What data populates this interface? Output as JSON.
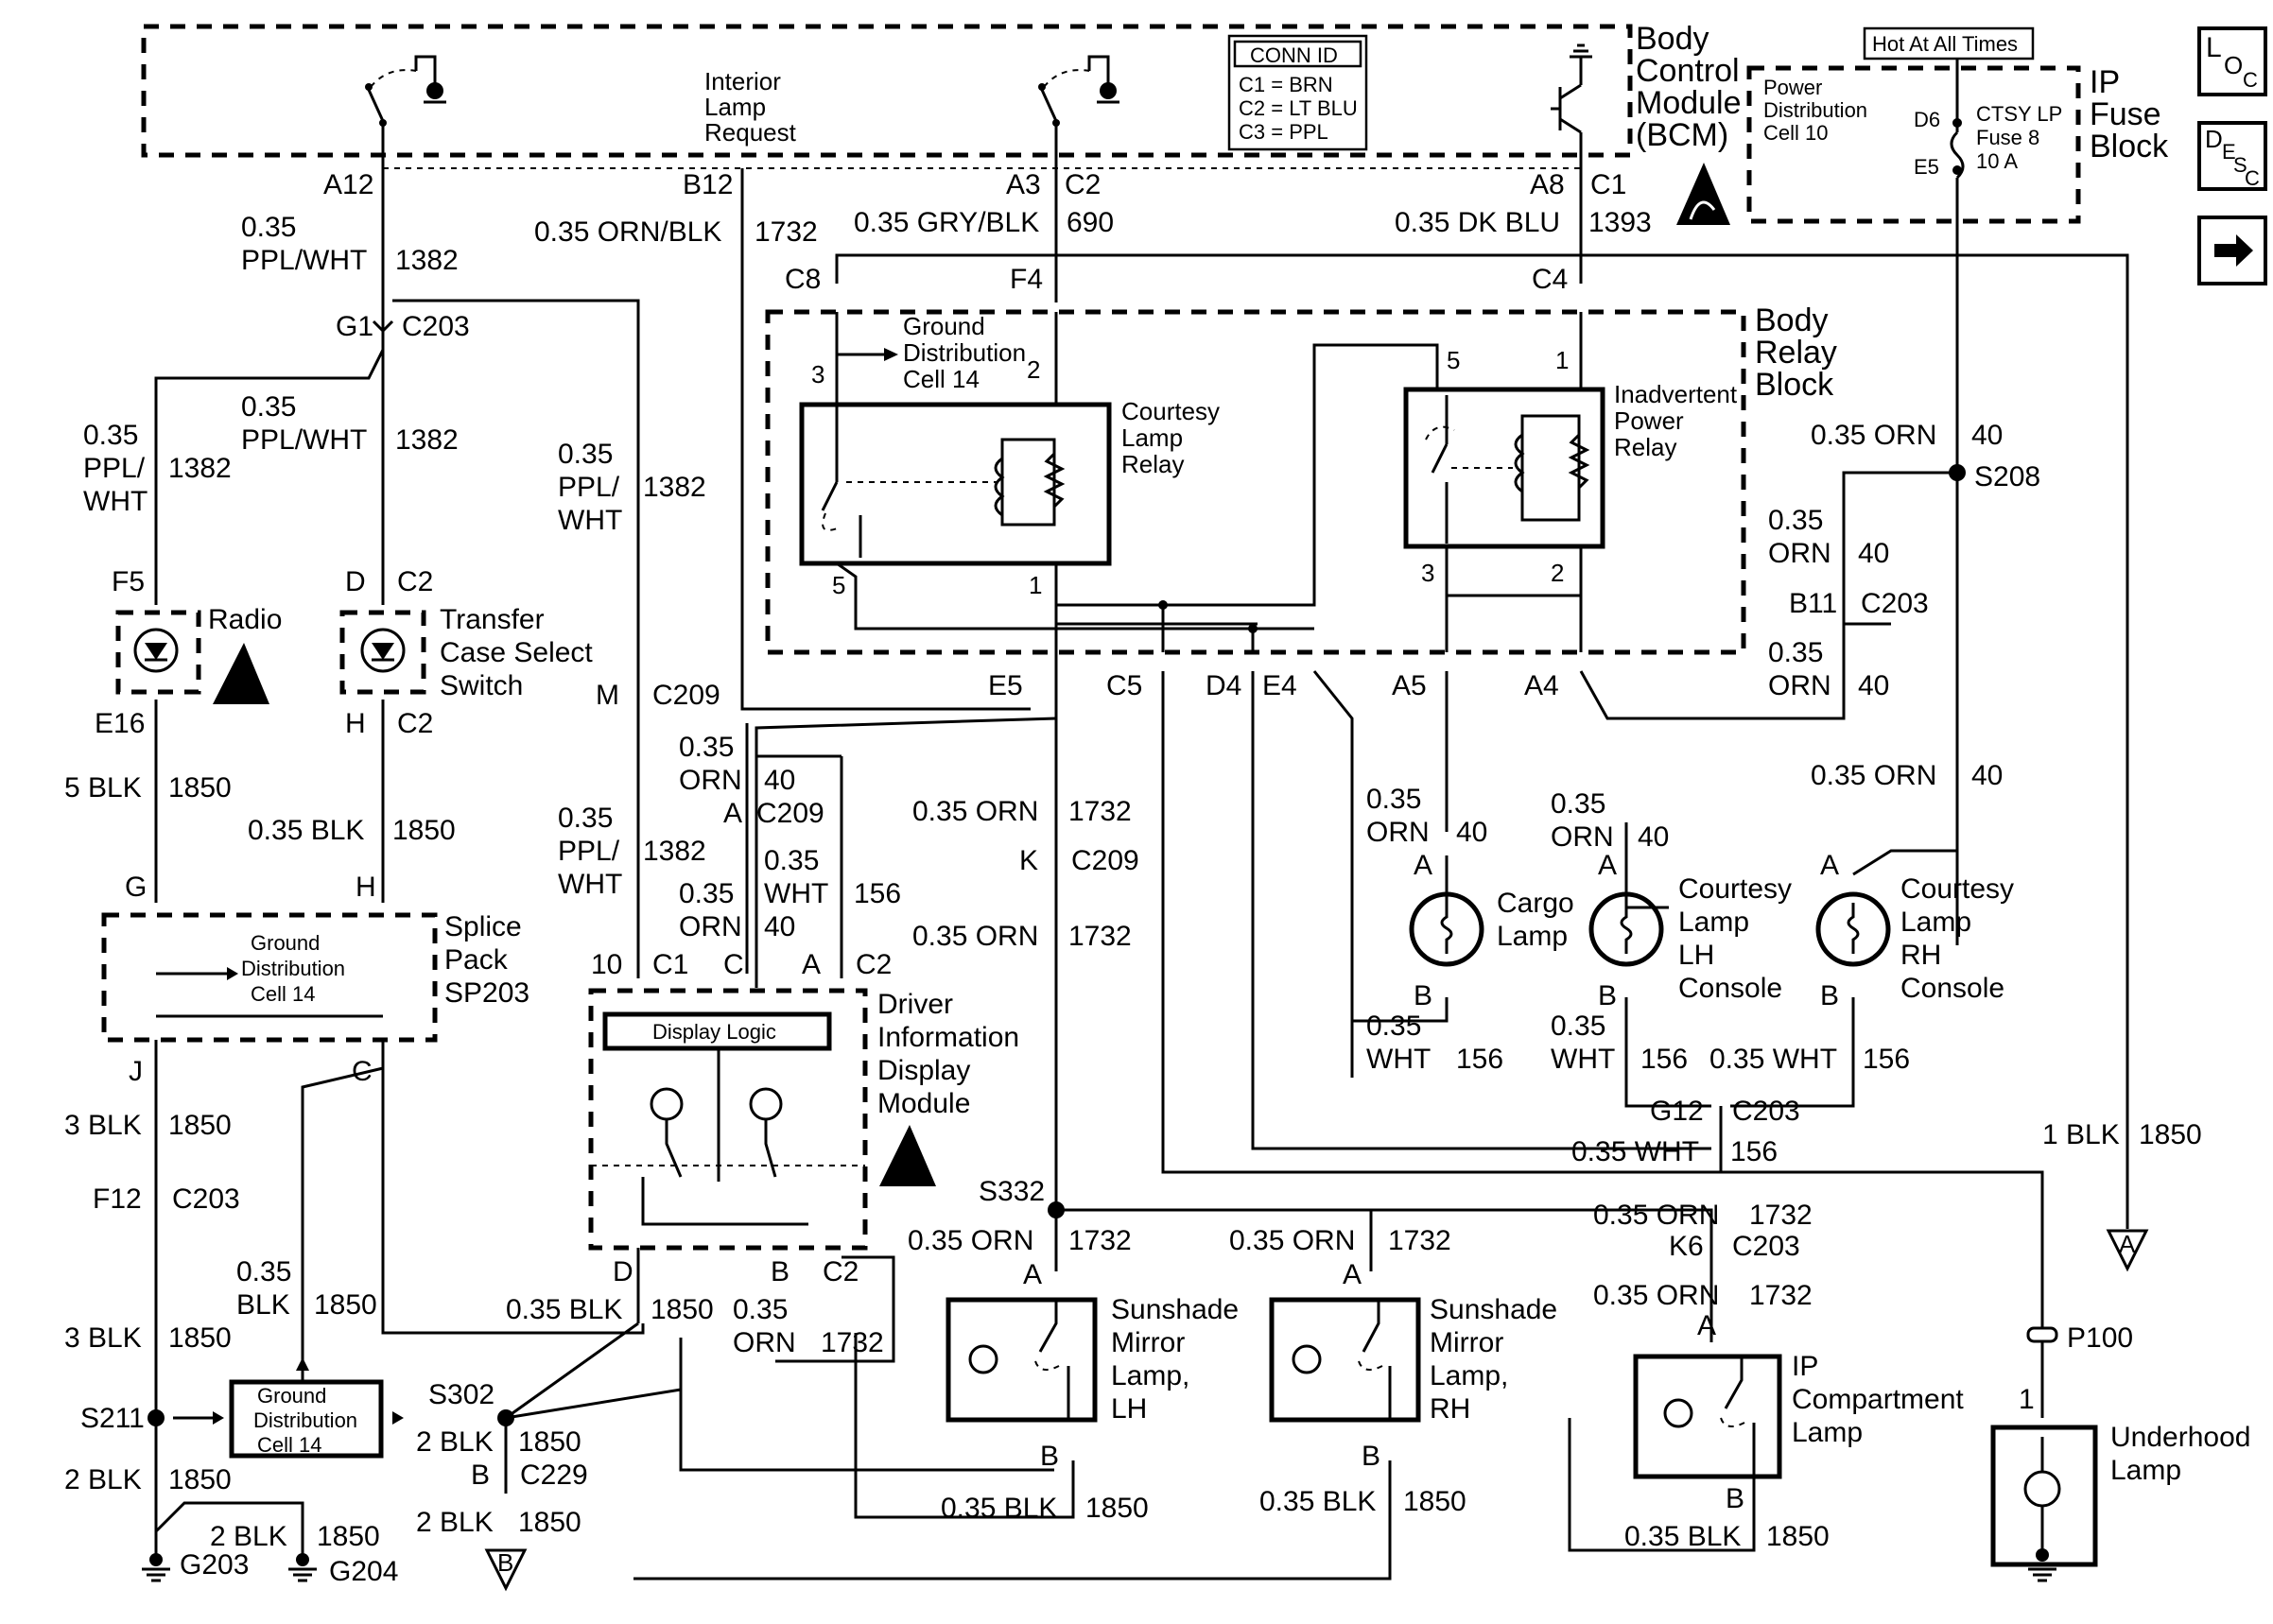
{
  "modules": {
    "bcm": {
      "title": [
        "Body",
        "Control",
        "Module",
        "(BCM)"
      ],
      "interior_lamp": [
        "Interior",
        "Lamp",
        "Request"
      ]
    },
    "conn_id": {
      "title": "CONN ID",
      "rows": [
        "C1 = BRN",
        "C2 = LT BLU",
        "C3 = PPL"
      ]
    },
    "hot_at_all_times": "Hot At All Times",
    "ip_fuse_block": {
      "title": [
        "IP",
        "Fuse",
        "Block"
      ],
      "power_dist": [
        "Power",
        "Distribution",
        "Cell 10"
      ],
      "fuse": [
        "CTSY LP",
        "Fuse 8",
        "10 A"
      ],
      "d6": "D6",
      "e5": "E5"
    },
    "body_relay_block": {
      "title": [
        "Body",
        "Relay",
        "Block"
      ]
    },
    "courtesy_relay": [
      "Courtesy",
      "Lamp",
      "Relay"
    ],
    "inadvertent_relay": [
      "Inadvertent",
      "Power",
      "Relay"
    ],
    "ground_dist_top": [
      "Ground",
      "Distribution",
      "Cell 14"
    ],
    "radio": "Radio",
    "transfer_case": [
      "Transfer",
      "Case Select",
      "Switch"
    ],
    "splice_pack": [
      "Splice",
      "Pack",
      "SP203"
    ],
    "splice_gd": [
      "Ground",
      "Distribution",
      "Cell 14"
    ],
    "dim": {
      "title": [
        "Driver",
        "Information",
        "Display",
        "Module"
      ],
      "logic": "Display Logic"
    },
    "cargo_lamp": [
      "Cargo",
      "Lamp"
    ],
    "courtesy_lh": [
      "Courtesy",
      "Lamp",
      "LH",
      "Console"
    ],
    "courtesy_rh": [
      "Courtesy",
      "Lamp",
      "RH",
      "Console"
    ],
    "sunshade_lh": [
      "Sunshade",
      "Mirror",
      "Lamp,",
      "LH"
    ],
    "sunshade_rh": [
      "Sunshade",
      "Mirror",
      "Lamp,",
      "RH"
    ],
    "ip_compartment": [
      "IP",
      "Compartment",
      "Lamp"
    ],
    "underhood": [
      "Underhood",
      "Lamp"
    ],
    "bottom_gd": [
      "Ground",
      "Distribution",
      "Cell 14"
    ]
  },
  "side_buttons": {
    "loc": "LOC",
    "desc": "DESC",
    "next": "arrow-right-icon"
  },
  "pins": [
    "A12",
    "B12",
    "A3",
    "C2",
    "A8",
    "C1",
    "C8",
    "F4",
    "C4",
    "3",
    "2",
    "5",
    "1",
    "5",
    "1",
    "3",
    "2",
    "G1",
    "C203",
    "F5",
    "D",
    "C2",
    "E16",
    "H",
    "C2",
    "M",
    "C209",
    "G",
    "H",
    "J",
    "C",
    "F12",
    "C203",
    "S211",
    "E5",
    "C5",
    "D4",
    "E4",
    "A5",
    "A4",
    "B11",
    "C203",
    "S208",
    "A",
    "C209",
    "K",
    "C209",
    "10",
    "C1",
    "C",
    "A",
    "C2",
    "A",
    "A",
    "A",
    "B",
    "B",
    "B",
    "G12",
    "C203",
    "S332",
    "D",
    "B",
    "C2",
    "S302",
    "B",
    "C229",
    "A",
    "A",
    "K6",
    "C203",
    "A",
    "B",
    "B",
    "B",
    "P100",
    "1",
    "G203",
    "G204",
    "A",
    "B"
  ],
  "wires": [
    "0.35",
    "PPL/WHT",
    "1382",
    "0.35 ORN/BLK",
    "1732",
    "0.35 GRY/BLK",
    "690",
    "0.35 DK BLU",
    "1393",
    "0.35",
    "PPL/WHT",
    "1382",
    "0.35",
    "PPL/",
    "WHT",
    "1382",
    "0.35",
    "PPL/",
    "WHT",
    "1382",
    "0.35 ORN",
    "40",
    "0.35",
    "ORN",
    "40",
    "0.35",
    "ORN",
    "40",
    "5 BLK",
    "1850",
    "0.35 BLK",
    "1850",
    "0.35",
    "ORN",
    "40",
    "0.35 ORN",
    "1732",
    "0.35",
    "PPL/",
    "WHT",
    "1382",
    "0.35",
    "WHT",
    "156",
    "0.35",
    "ORN",
    "40",
    "0.35 ORN",
    "1732",
    "0.35 ORN",
    "40",
    "0.35",
    "ORN",
    "40",
    "0.35",
    "ORN",
    "40",
    "0.35",
    "WHT",
    "156",
    "0.35",
    "WHT",
    "156",
    "0.35 WHT",
    "156",
    "0.35 WHT",
    "156",
    "3 BLK",
    "1850",
    "3 BLK",
    "1850",
    "0.35",
    "BLK",
    "1850",
    "2 BLK",
    "1850",
    "2 BLK",
    "1850",
    "0.35 BLK",
    "1850",
    "0.35",
    "ORN",
    "1732",
    "2 BLK",
    "1850",
    "2 BLK",
    "1850",
    "0.35 ORN",
    "1732",
    "0.35 ORN",
    "1732",
    "0.35 ORN",
    "1732",
    "0.35 ORN",
    "1732",
    "0.35 BLK",
    "1850",
    "0.35 BLK",
    "1850",
    "0.35 BLK",
    "1850",
    "1 BLK",
    "1850"
  ],
  "grounds": [
    "A",
    "A",
    "B"
  ]
}
